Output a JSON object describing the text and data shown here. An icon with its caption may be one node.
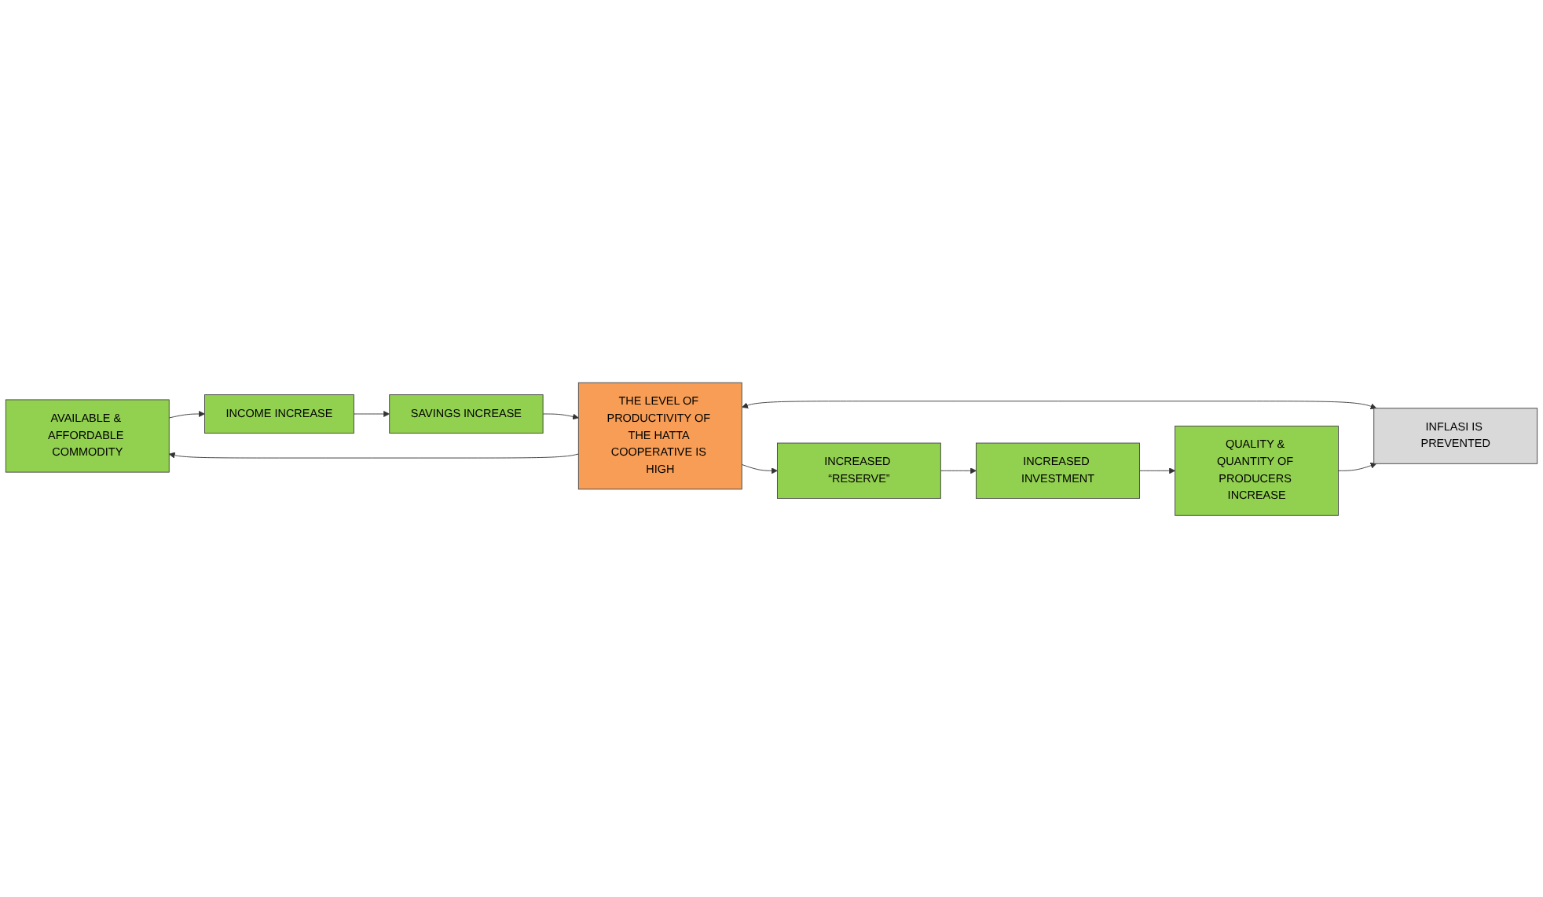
{
  "diagram": {
    "nodes": [
      {
        "text": [
          "INFLASI IS PREVENTED"
        ]
      },
      {
        "text": [
          "QUALITY & QUANTITY OF PRODUCERS INCREASE"
        ]
      },
      {
        "text": [
          "AVAILABLE & AFFORDABLE COMMODITY"
        ]
      },
      {
        "text": [
          "THE LEVEL OF PRODUCTIVITY OF THE HATTA COOPERATIVE IS HIGH"
        ]
      },
      {
        "text": [
          "INCREASED “RESERVE”"
        ]
      },
      {
        "text": [
          "INCREASED INVESTMENT"
        ]
      },
      {
        "text": [
          "INCOME INCREASE"
        ]
      },
      {
        "text": [
          "SAVINGS INCREASE"
        ]
      }
    ],
    "edges": [
      {
        "from": 3,
        "to": 0,
        "arrow": "both"
      },
      {
        "from": 1,
        "to": 0,
        "arrow": "to"
      },
      {
        "from": 3,
        "to": 2,
        "arrow": "to"
      },
      {
        "from": 3,
        "to": 4,
        "arrow": "to"
      },
      {
        "from": 4,
        "to": 5,
        "arrow": "to"
      },
      {
        "from": 5,
        "to": 1,
        "arrow": "to"
      },
      {
        "from": 2,
        "to": 6,
        "arrow": "to"
      },
      {
        "from": 6,
        "to": 7,
        "arrow": "to"
      },
      {
        "from": 7,
        "to": 3,
        "arrow": "to"
      }
    ]
  }
}
